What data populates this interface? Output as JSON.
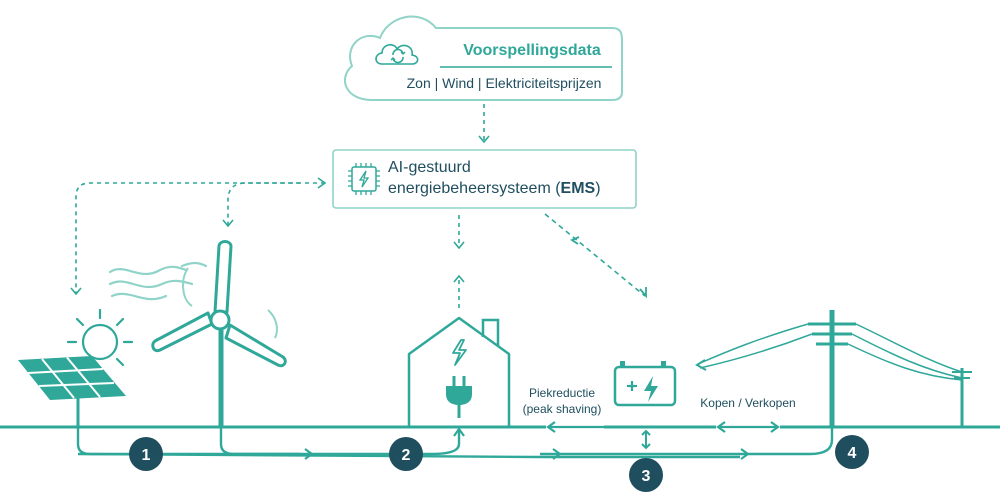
{
  "colors": {
    "teal": "#2fa89a",
    "teal_light": "#8fd3c9",
    "text_dark": "#1f4e5f",
    "badge": "#1f4e5f",
    "white": "#ffffff"
  },
  "cloud": {
    "title": "Voorspellingsdata",
    "subtitle": "Zon | Wind | Elektriciteitsprijzen",
    "icon": "cloud-sync-icon"
  },
  "ems": {
    "line1": "AI-gestuurd",
    "line2_prefix": "energiebeheersysteem (",
    "line2_bold": "EMS",
    "line2_suffix": ")",
    "icon": "chip-bolt-icon"
  },
  "labels": {
    "peak_line1": "Piekreductie",
    "peak_line2": "(peak shaving)",
    "trade": "Kopen / Verkopen"
  },
  "badges": [
    "1",
    "2",
    "3",
    "4"
  ],
  "icons": [
    "solar-panel-icon",
    "sun-icon",
    "wind-icon",
    "wind-turbine-icon",
    "house-icon",
    "plug-icon",
    "battery-icon",
    "power-pole-icon"
  ]
}
